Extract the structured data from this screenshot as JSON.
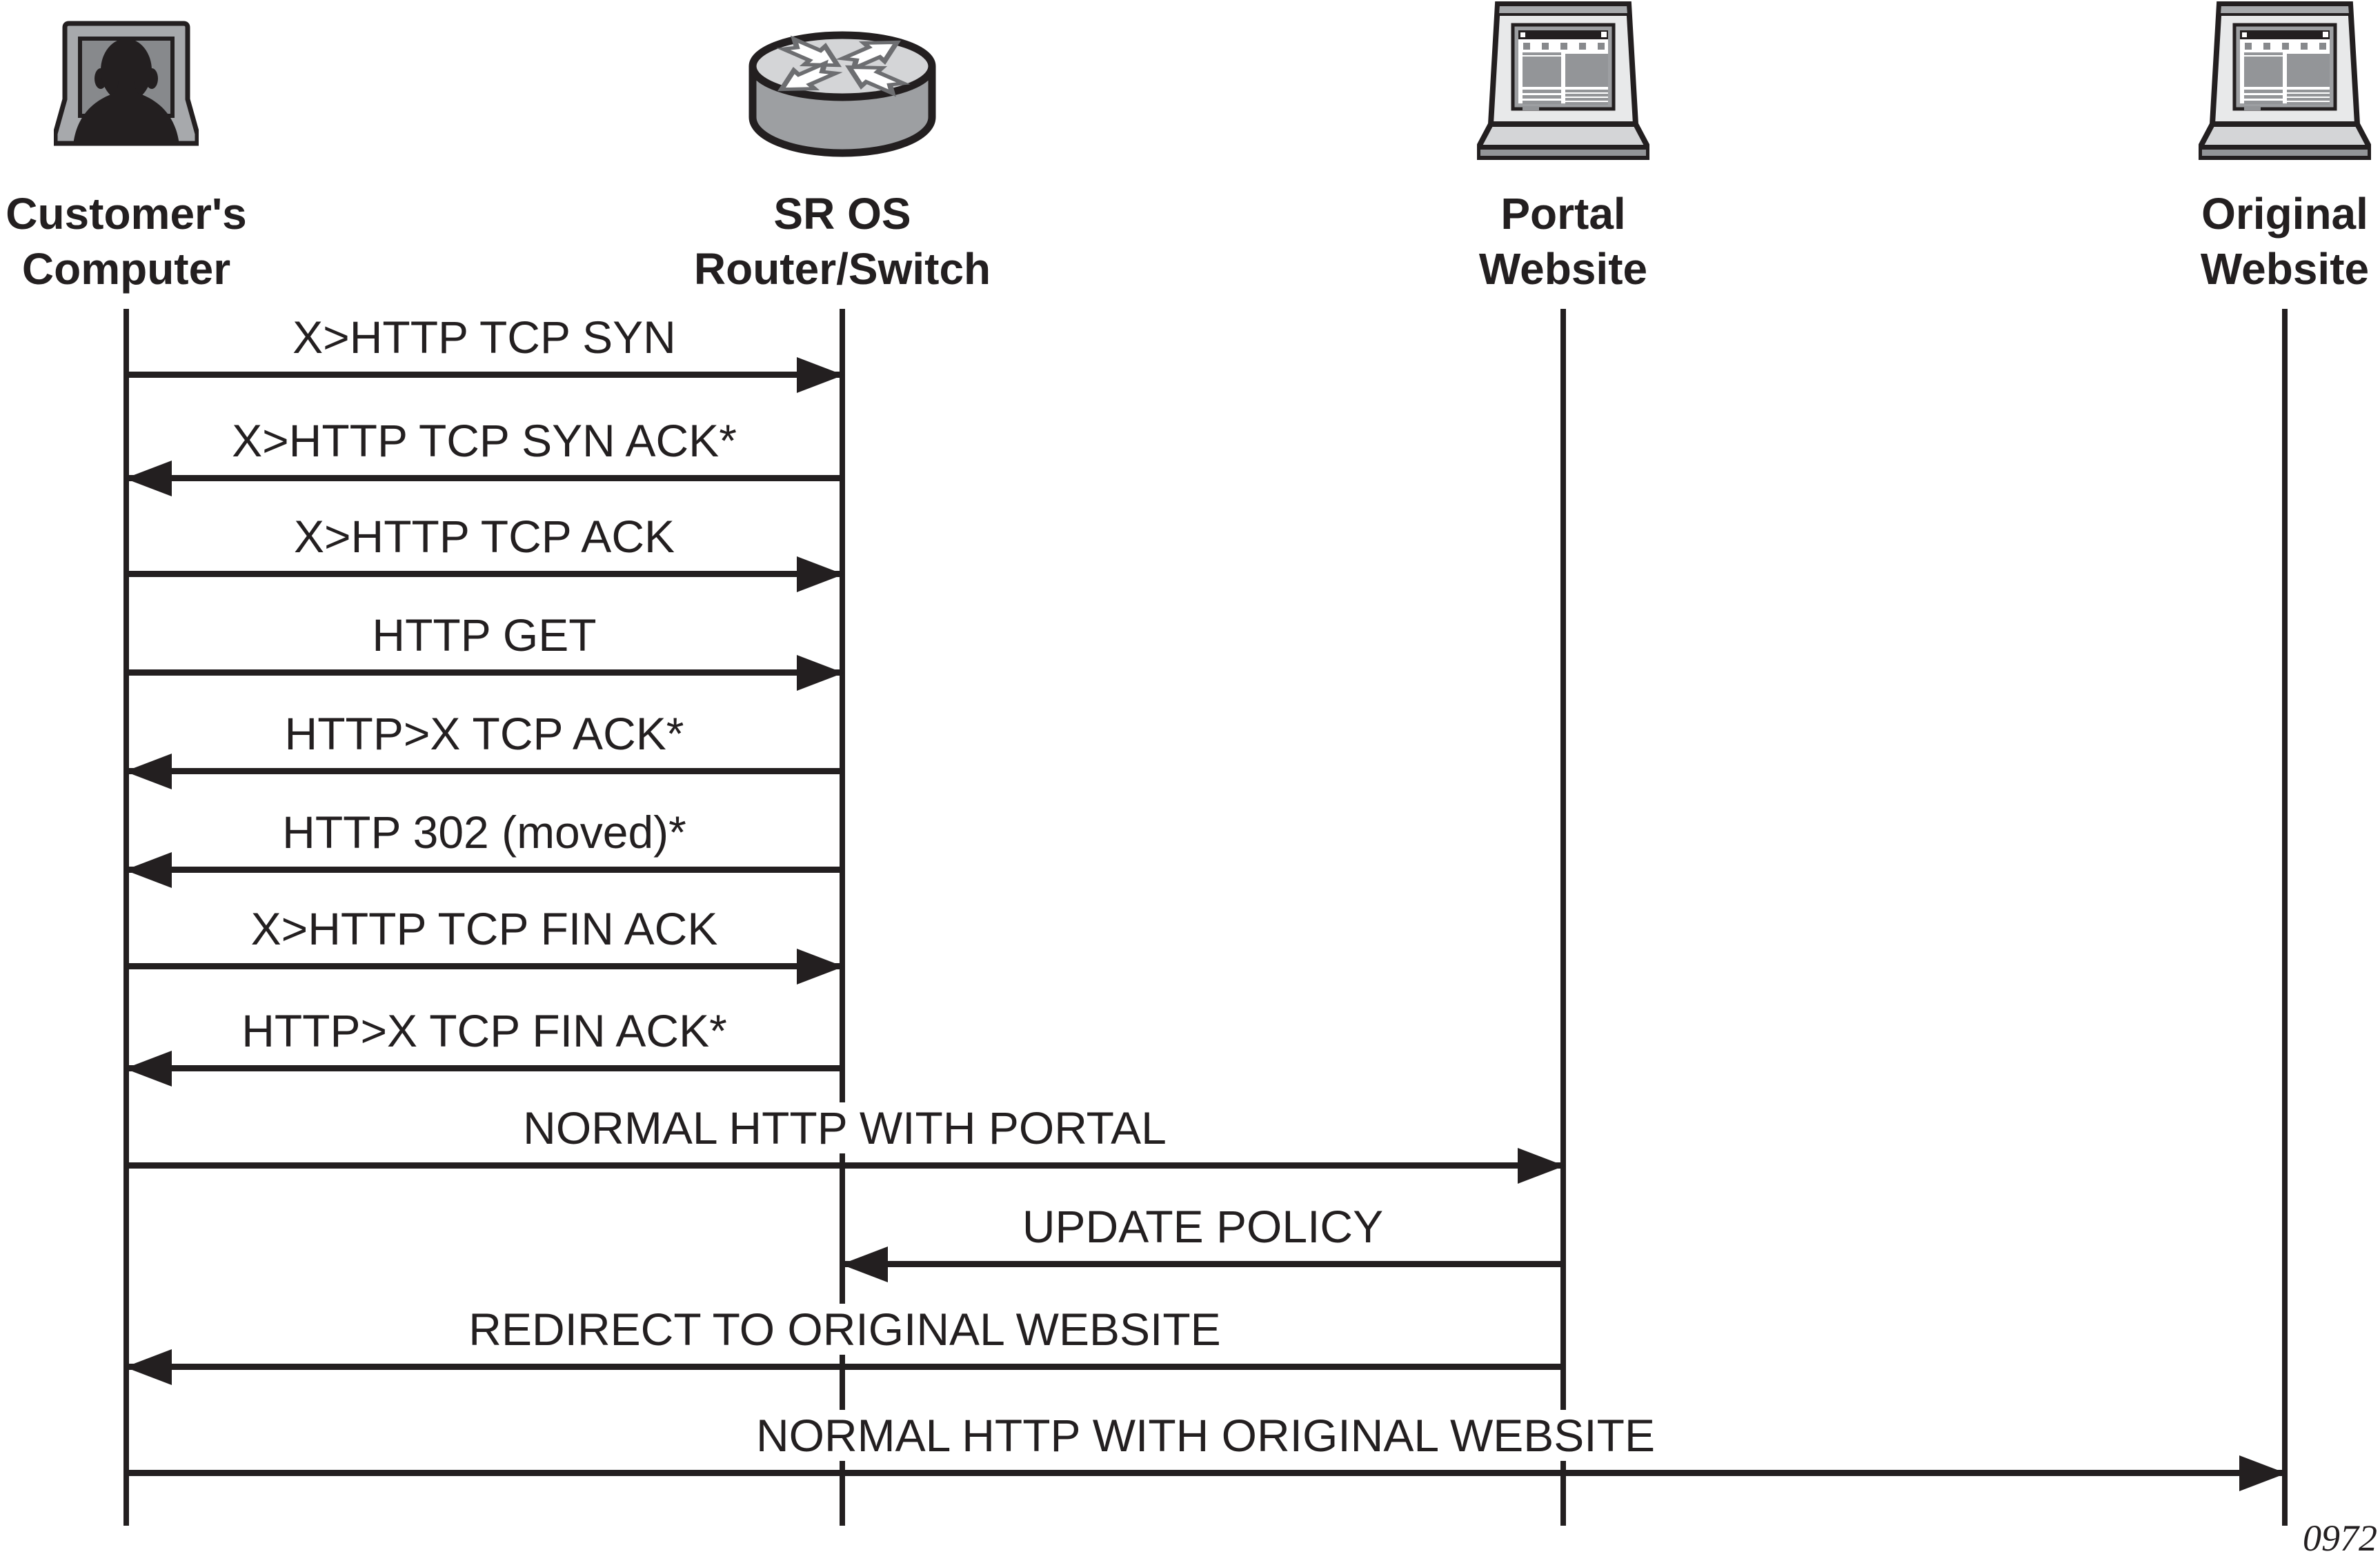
{
  "figure": {
    "number": "0972"
  },
  "actors": [
    {
      "id": "customer",
      "name": "Customer's\nComputer",
      "icon": "person-at-computer"
    },
    {
      "id": "router",
      "name": "SR OS\nRouter/Switch",
      "icon": "router"
    },
    {
      "id": "portal",
      "name": "Portal\nWebsite",
      "icon": "laptop-website"
    },
    {
      "id": "original",
      "name": "Original\nWebsite",
      "icon": "laptop-website"
    }
  ],
  "messages": [
    {
      "label": "X>HTTP TCP SYN",
      "from": "customer",
      "to": "router",
      "direction": "right"
    },
    {
      "label": "X>HTTP TCP SYN ACK*",
      "from": "router",
      "to": "customer",
      "direction": "left"
    },
    {
      "label": "X>HTTP TCP ACK",
      "from": "customer",
      "to": "router",
      "direction": "right"
    },
    {
      "label": "HTTP GET",
      "from": "customer",
      "to": "router",
      "direction": "right"
    },
    {
      "label": "HTTP>X TCP ACK*",
      "from": "router",
      "to": "customer",
      "direction": "left"
    },
    {
      "label": "HTTP 302 (moved)*",
      "from": "router",
      "to": "customer",
      "direction": "left"
    },
    {
      "label": "X>HTTP TCP FIN ACK",
      "from": "customer",
      "to": "router",
      "direction": "right"
    },
    {
      "label": "HTTP>X TCP FIN ACK*",
      "from": "router",
      "to": "customer",
      "direction": "left"
    },
    {
      "label": "NORMAL HTTP WITH PORTAL",
      "from": "customer",
      "to": "portal",
      "direction": "right"
    },
    {
      "label": "UPDATE POLICY",
      "from": "portal",
      "to": "router",
      "direction": "left"
    },
    {
      "label": "REDIRECT TO ORIGINAL WEBSITE",
      "from": "portal",
      "to": "customer",
      "direction": "left"
    },
    {
      "label": "NORMAL HTTP WITH ORIGINAL WEBSITE",
      "from": "customer",
      "to": "original",
      "direction": "right"
    }
  ],
  "colors": {
    "ink": "#231f20",
    "gray_light": "#d4d5d7",
    "gray_mid": "#a7a9ac",
    "gray_dark": "#87898c"
  }
}
